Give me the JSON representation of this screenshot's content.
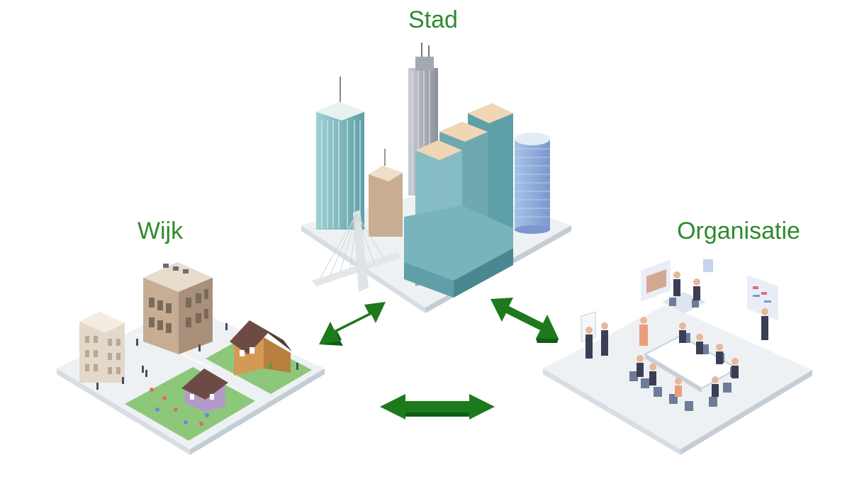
{
  "title": "",
  "nodes": {
    "stad": {
      "label": "Stad",
      "icon": "city-skyline-icon"
    },
    "wijk": {
      "label": "Wijk",
      "icon": "neighbourhood-icon"
    },
    "organisatie": {
      "label": "Organisatie",
      "icon": "meeting-room-icon"
    }
  },
  "connections": [
    {
      "from": "wijk",
      "to": "stad",
      "type": "bidirectional"
    },
    {
      "from": "stad",
      "to": "organisatie",
      "type": "bidirectional"
    },
    {
      "from": "wijk",
      "to": "organisatie",
      "type": "bidirectional"
    }
  ],
  "colors": {
    "label": "#2e8b2e",
    "arrow": "#1c7a1c",
    "arrow_dark": "#0f5e12",
    "platform": "#eef1f4",
    "platform_edge": "#cfd6dd",
    "grass": "#8cc77a"
  }
}
